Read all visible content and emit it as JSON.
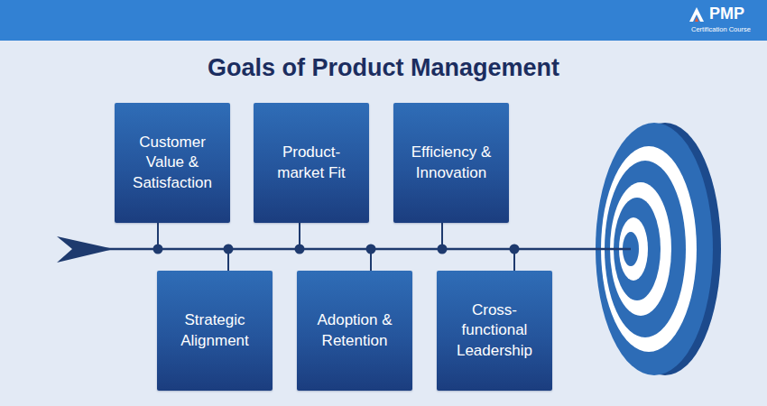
{
  "diagram": {
    "title": "Goals of Product Management",
    "nodes": [
      {
        "text": [
          "Customer Value & Satisfaction"
        ]
      },
      {
        "text": [
          "Strategic Alignment"
        ]
      },
      {
        "text": [
          "Product-market Fit"
        ]
      },
      {
        "text": [
          "Adoption & Retention"
        ]
      },
      {
        "text": [
          "Efficiency & Innovation"
        ]
      },
      {
        "text": [
          "Cross-functional Leadership"
        ]
      }
    ],
    "labels": [
      "PMP",
      "Certification Course"
    ]
  }
}
